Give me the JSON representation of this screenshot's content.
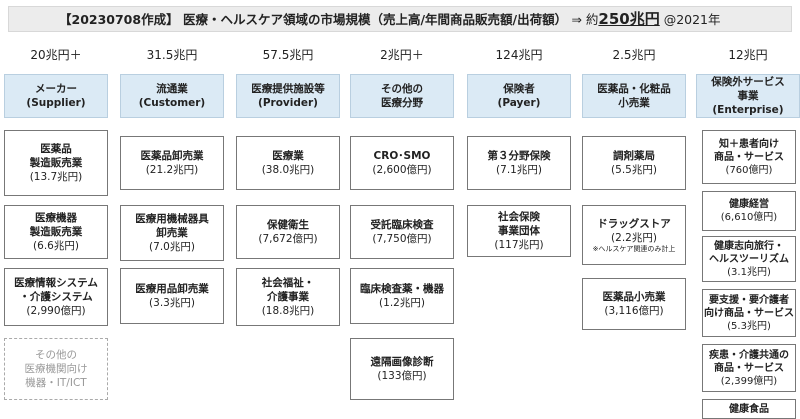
{
  "title": {
    "date_tag": "【20230708作成】",
    "main": "医療・ヘルスケア領域の市場規模（売上高/年間商品販売額/出荷額）",
    "arrow": "⇒ 約",
    "total": "250兆円",
    "tail": " @2021年"
  },
  "columns": [
    {
      "amount": "20兆円＋",
      "head": [
        "メーカー",
        "(Supplier)"
      ],
      "boxes": [
        {
          "name": [
            "医薬品",
            "製造販売業"
          ],
          "value": "(13.7兆円)"
        },
        {
          "name": [
            "医療機器",
            "製造販売業"
          ],
          "value": "(6.6兆円)"
        },
        {
          "name": [
            "医療情報システム",
            "・介護システム"
          ],
          "value": "(2,990億円)"
        },
        {
          "name": [
            "その他の",
            "医療機関向け",
            "機器・IT/ICT"
          ],
          "value": ""
        }
      ]
    },
    {
      "amount": "31.5兆円",
      "head": [
        "流通業",
        "(Customer)"
      ],
      "boxes": [
        {
          "name": [
            "医薬品卸売業"
          ],
          "value": "(21.2兆円)"
        },
        {
          "name": [
            "医療用機械器具",
            "卸売業"
          ],
          "value": "(7.0兆円)"
        },
        {
          "name": [
            "医療用品卸売業"
          ],
          "value": "(3.3兆円)"
        }
      ]
    },
    {
      "amount": "57.5兆円",
      "head": [
        "医療提供施設等",
        "(Provider)"
      ],
      "boxes": [
        {
          "name": [
            "医療業"
          ],
          "value": "(38.0兆円)"
        },
        {
          "name": [
            "保健衛生"
          ],
          "value": "(7,672億円)"
        },
        {
          "name": [
            "社会福祉・",
            "介護事業"
          ],
          "value": "(18.8兆円)"
        }
      ]
    },
    {
      "amount": "2兆円＋",
      "head": [
        "その他の",
        "医療分野"
      ],
      "boxes": [
        {
          "name": [
            "CRO･SMO"
          ],
          "value": "(2,600億円)"
        },
        {
          "name": [
            "受託臨床検査"
          ],
          "value": "(7,750億円)"
        },
        {
          "name": [
            "臨床検査薬・機器"
          ],
          "value": "(1.2兆円)"
        },
        {
          "name": [
            "遠隔画像診断"
          ],
          "value": "(133億円)"
        }
      ]
    },
    {
      "amount": "124兆円",
      "head": [
        "保険者",
        "(Payer)"
      ],
      "boxes": [
        {
          "name": [
            "第３分野保険"
          ],
          "value": "(7.1兆円)"
        },
        {
          "name": [
            "社会保険",
            "事業団体"
          ],
          "value": "(117兆円)"
        }
      ]
    },
    {
      "amount": "2.5兆円",
      "head": [
        "医薬品・化粧品",
        "小売業"
      ],
      "boxes": [
        {
          "name": [
            "調剤薬局"
          ],
          "value": "(5.5兆円)"
        },
        {
          "name": [
            "ドラッグストア"
          ],
          "value": "(2.2兆円)",
          "note": "※ヘルスケア関連のみ計上"
        },
        {
          "name": [
            "医薬品小売業"
          ],
          "value": "(3,116億円)"
        }
      ]
    },
    {
      "amount": "12兆円",
      "head": [
        "保険外サービス",
        "事業",
        "(Enterprise)"
      ],
      "boxes": [
        {
          "name": [
            "知＋患者向け",
            "商品・サービス"
          ],
          "value": "(760億円)"
        },
        {
          "name": [
            "健康経営"
          ],
          "value": "(6,610億円)"
        },
        {
          "name": [
            "健康志向旅行・",
            "ヘルスツーリズム"
          ],
          "value": "(3.1兆円)"
        },
        {
          "name": [
            "要支援・要介護者",
            "向け商品・サービス"
          ],
          "value": "(5.3兆円)"
        },
        {
          "name": [
            "疾患・介護共通の",
            "商品・サービス"
          ],
          "value": "(2,399億円)"
        },
        {
          "name": [
            "健康食品"
          ],
          "value": ""
        }
      ]
    }
  ]
}
